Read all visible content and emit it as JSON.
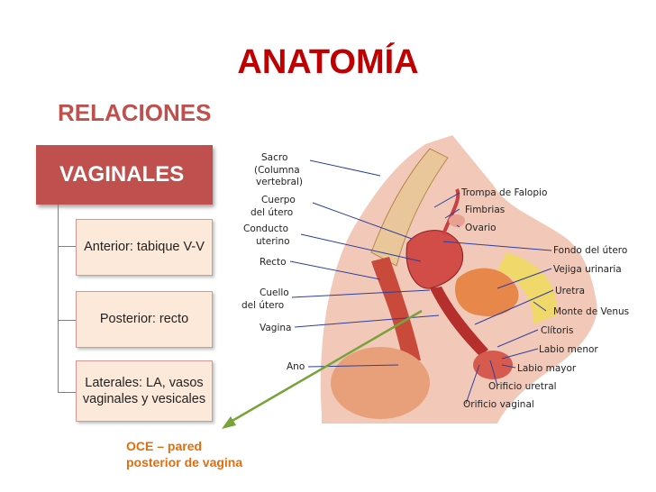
{
  "header": {
    "title": "ANATOMÍA",
    "subtitle": "RELACIONES"
  },
  "tree": {
    "root": "VAGINALES",
    "items": [
      {
        "label": "Anterior: tabique V-V"
      },
      {
        "label": "Posterior: recto"
      },
      {
        "label": "Laterales: LA, vasos vaginales y vesicales"
      }
    ]
  },
  "annotation": {
    "line1": "OCE – pared",
    "line2": "posterior de vagina"
  },
  "diagram": {
    "labels_left": {
      "sacro": "Sacro",
      "columna": "(Columna",
      "vertebral": "vertebral)",
      "cuerpo1": "Cuerpo",
      "cuerpo2": "del útero",
      "conducto1": "Conducto",
      "conducto2": "uterino",
      "recto": "Recto",
      "cuello1": "Cuello",
      "cuello2": "del útero",
      "vagina": "Vagina",
      "ano": "Ano"
    },
    "labels_right": {
      "trompa": "Trompa de Falopio",
      "fimbrias": "Fimbrias",
      "ovario": "Ovario",
      "fondo": "Fondo del útero",
      "vejiga": "Vejiga urinaria",
      "uretra": "Uretra",
      "monte": "Monte de Venus",
      "clitoris": "Clítoris",
      "labio_menor": "Labio menor",
      "labio_mayor": "Labio mayor",
      "orificio_uretral": "Orificio uretral",
      "orificio_vaginal": "Orificio vaginal"
    }
  },
  "colors": {
    "title": "#c00000",
    "accent": "#c0504d",
    "box_fill": "#fde9d9",
    "annotation": "#e46c0a",
    "arrow": "#77a33a",
    "pointer": "#2b3f9e"
  }
}
